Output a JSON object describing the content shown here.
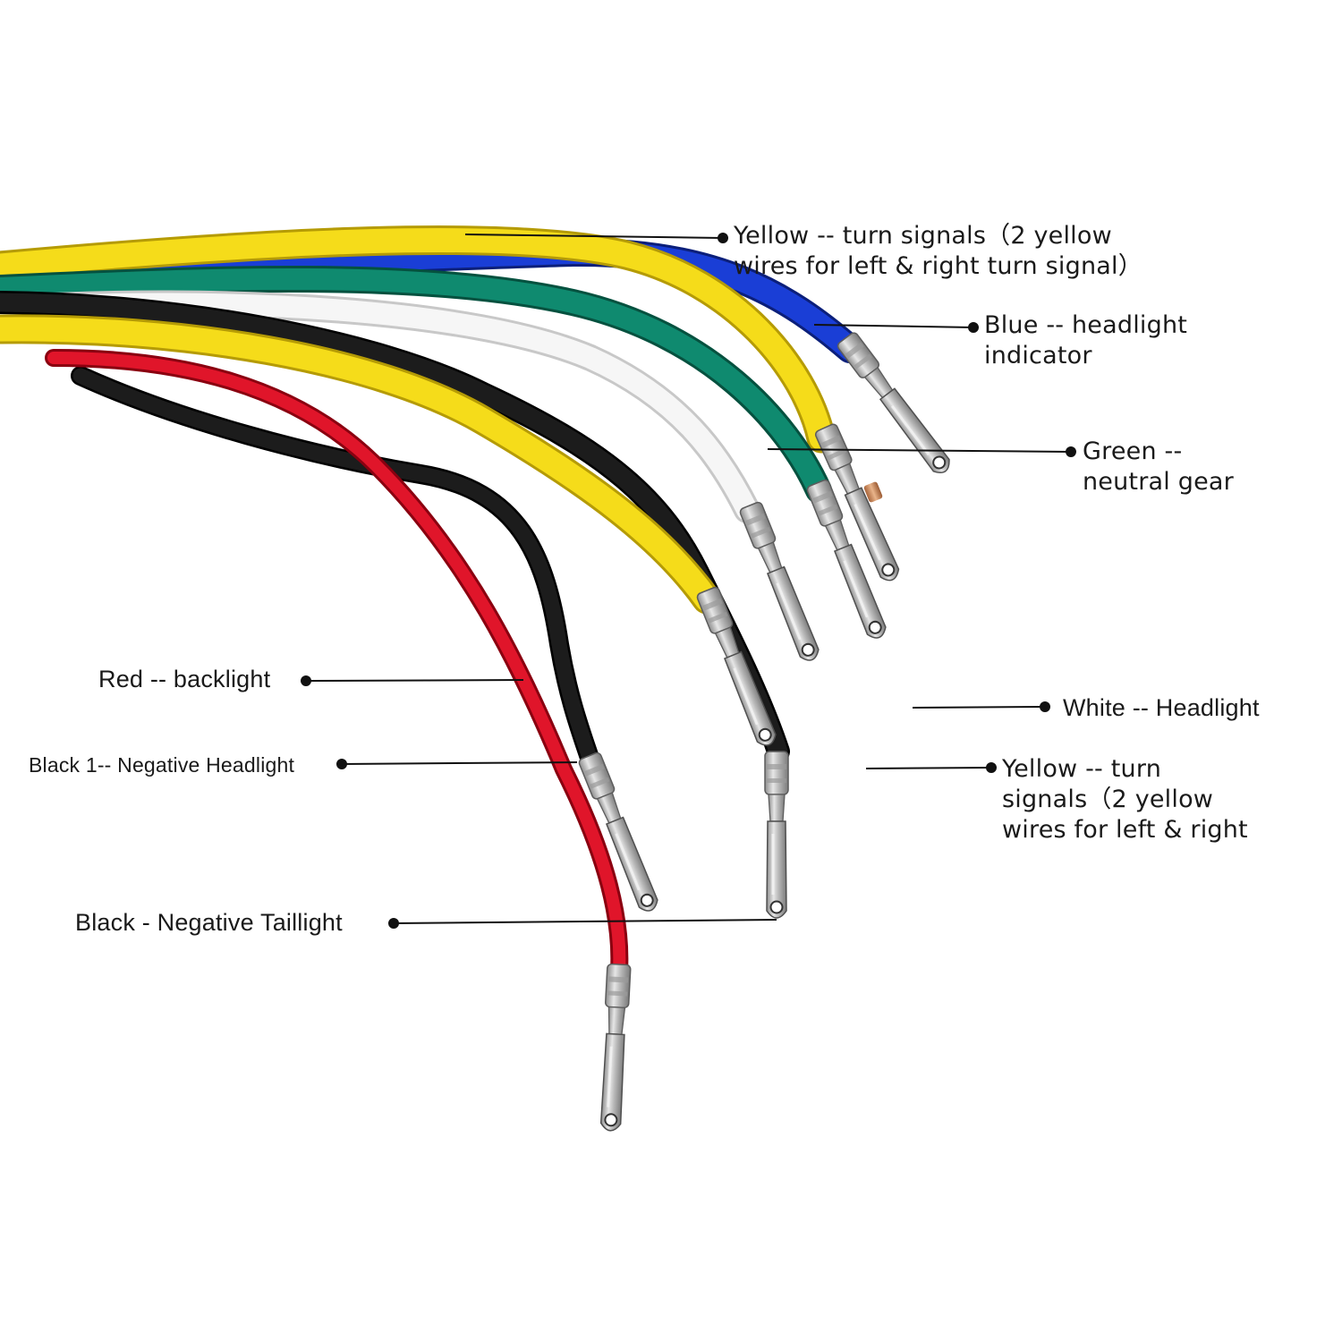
{
  "wires": [
    {
      "id": "yellow-top",
      "color": "#f5dc1a",
      "label_lines": [
        "Yellow -- turn signals（2 yellow",
        "wires for left & right turn signal）"
      ]
    },
    {
      "id": "blue",
      "color": "#1a3ed6",
      "label_lines": [
        "Blue -- headlight",
        "indicator"
      ]
    },
    {
      "id": "green",
      "color": "#0f8a6f",
      "label_lines": [
        "Green --",
        "neutral gear"
      ]
    },
    {
      "id": "white",
      "color": "#ececec",
      "label_lines": [
        "White -- Headlight"
      ]
    },
    {
      "id": "yellow-lower",
      "color": "#f5dc1a",
      "label_lines": [
        "Yellow -- turn",
        "signals（2 yellow",
        "wires for left & right"
      ]
    },
    {
      "id": "red",
      "color": "#e0152a",
      "label_lines": [
        "Red -- backlight"
      ]
    },
    {
      "id": "black-1",
      "color": "#141414",
      "label_lines": [
        "Black 1-- Negative Headlight"
      ]
    },
    {
      "id": "black",
      "color": "#141414",
      "label_lines": [
        "Black - Negative Taillight"
      ]
    }
  ]
}
